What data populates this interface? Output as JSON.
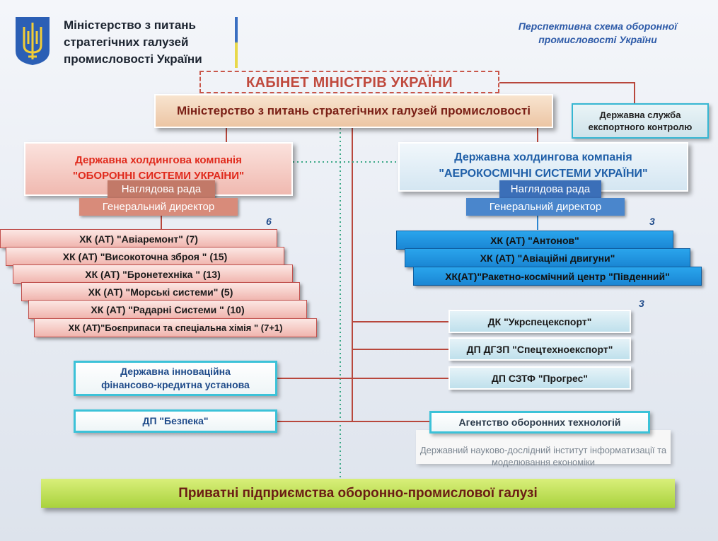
{
  "header": {
    "ministry_title": "Міністерство з питань стратегічних галузей промисловості України",
    "diagram_title": "Перспективна схема оборонної промисловості України"
  },
  "cabinet": "КАБІНЕТ МІНІСТРІВ УКРАЇНИ",
  "ministry": "Міністерство з питань стратегічних галузей промисловості",
  "export_control": "Державна служба експортного контролю",
  "holding_left": {
    "line1": "Державна холдингова компанія",
    "line2": "\"ОБОРОННІ СИСТЕМИ УКРАЇНИ\"",
    "board": "Наглядова рада",
    "director": "Генеральний директор",
    "count": "6",
    "companies": [
      "ХК (АТ) \"Авіаремонт\" (7)",
      "ХК (АТ) \"Високоточна зброя \" (15)",
      "ХК (АТ) \"Бронетехніка \" (13)",
      "ХК (АТ) \"Морські системи\" (5)",
      "ХК (АТ) \"Радарні Системи \"  (10)",
      "ХК (АТ)\"Боєприпаси та спеціальна хімія \" (7+1)"
    ]
  },
  "holding_right": {
    "line1": "Державна холдингова компанія",
    "line2": "\"АЕРОКОСМІЧНІ СИСТЕМИ УКРАЇНИ\"",
    "board": "Наглядова рада",
    "director": "Генеральний директор",
    "count": "3",
    "companies": [
      "ХК (АТ) \"Антонов\"",
      "ХК (АТ) \"Авіаційні двигуни\"",
      "ХК(АТ)\"Ракетно-космічний центр \"Південний\""
    ]
  },
  "exporters": {
    "count": "3",
    "items": [
      "ДК \"Укрспецекспорт\"",
      "ДП ДГЗП \"Спецтехноекспорт\"",
      "ДП СЗТФ \"Прогрес\""
    ]
  },
  "innovation": "Державна інноваційна фінансово-кредитна установа",
  "bezpeka": "ДП \"Безпека\"",
  "agency": "Агентство оборонних технологій",
  "institute": "Державний науково-дослідний інститут інформатизації та моделювання економіки",
  "private": "Приватні підприємства оборонно-промислової галузі",
  "colors": {
    "accent_red": "#c04a3e",
    "accent_blue": "#1f5fa8",
    "teal": "#3cc2d8",
    "green": "#a9d23d"
  }
}
